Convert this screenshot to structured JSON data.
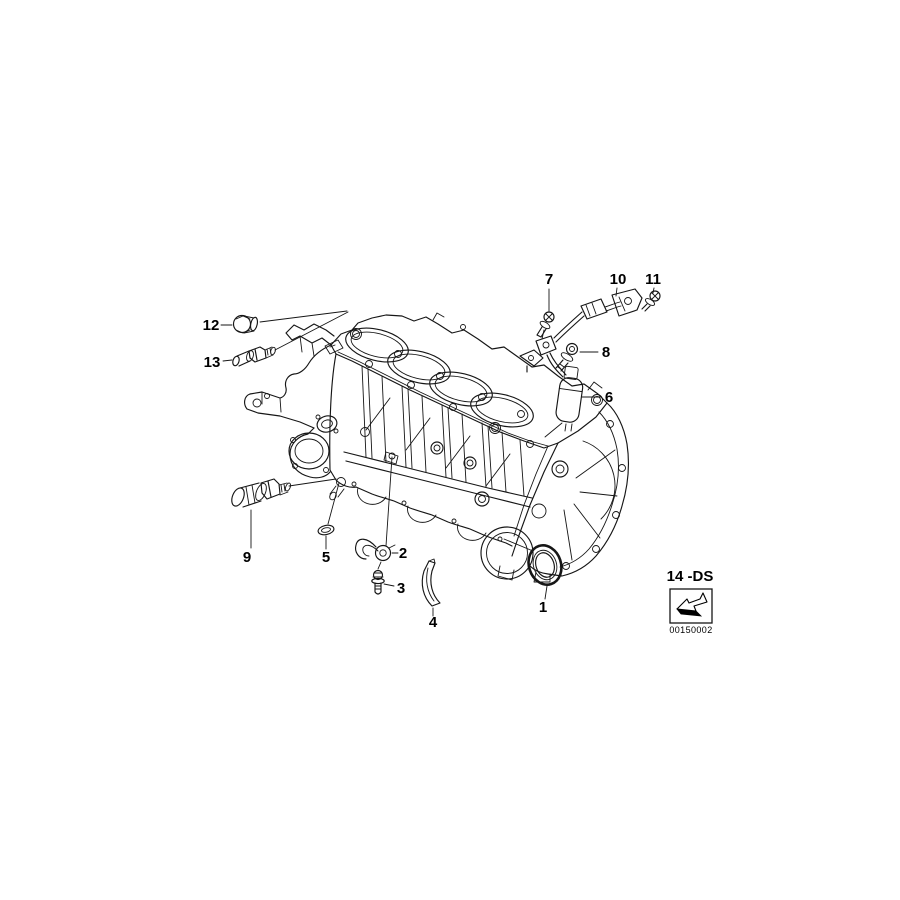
{
  "diagram": {
    "background": "#ffffff",
    "line_color": "#161616",
    "type": "exploded-parts-line-drawing",
    "callouts": [
      {
        "label": "1"
      },
      {
        "label": "2"
      },
      {
        "label": "3"
      },
      {
        "label": "4"
      },
      {
        "label": "5"
      },
      {
        "label": "6"
      },
      {
        "label": "7"
      },
      {
        "label": "8"
      },
      {
        "label": "9"
      },
      {
        "label": "10"
      },
      {
        "label": "11"
      },
      {
        "label": "12"
      },
      {
        "label": "13"
      }
    ],
    "legend": {
      "section_label": "14 -DS",
      "code": "00150002",
      "icon": "bent-arrow-icon"
    }
  }
}
